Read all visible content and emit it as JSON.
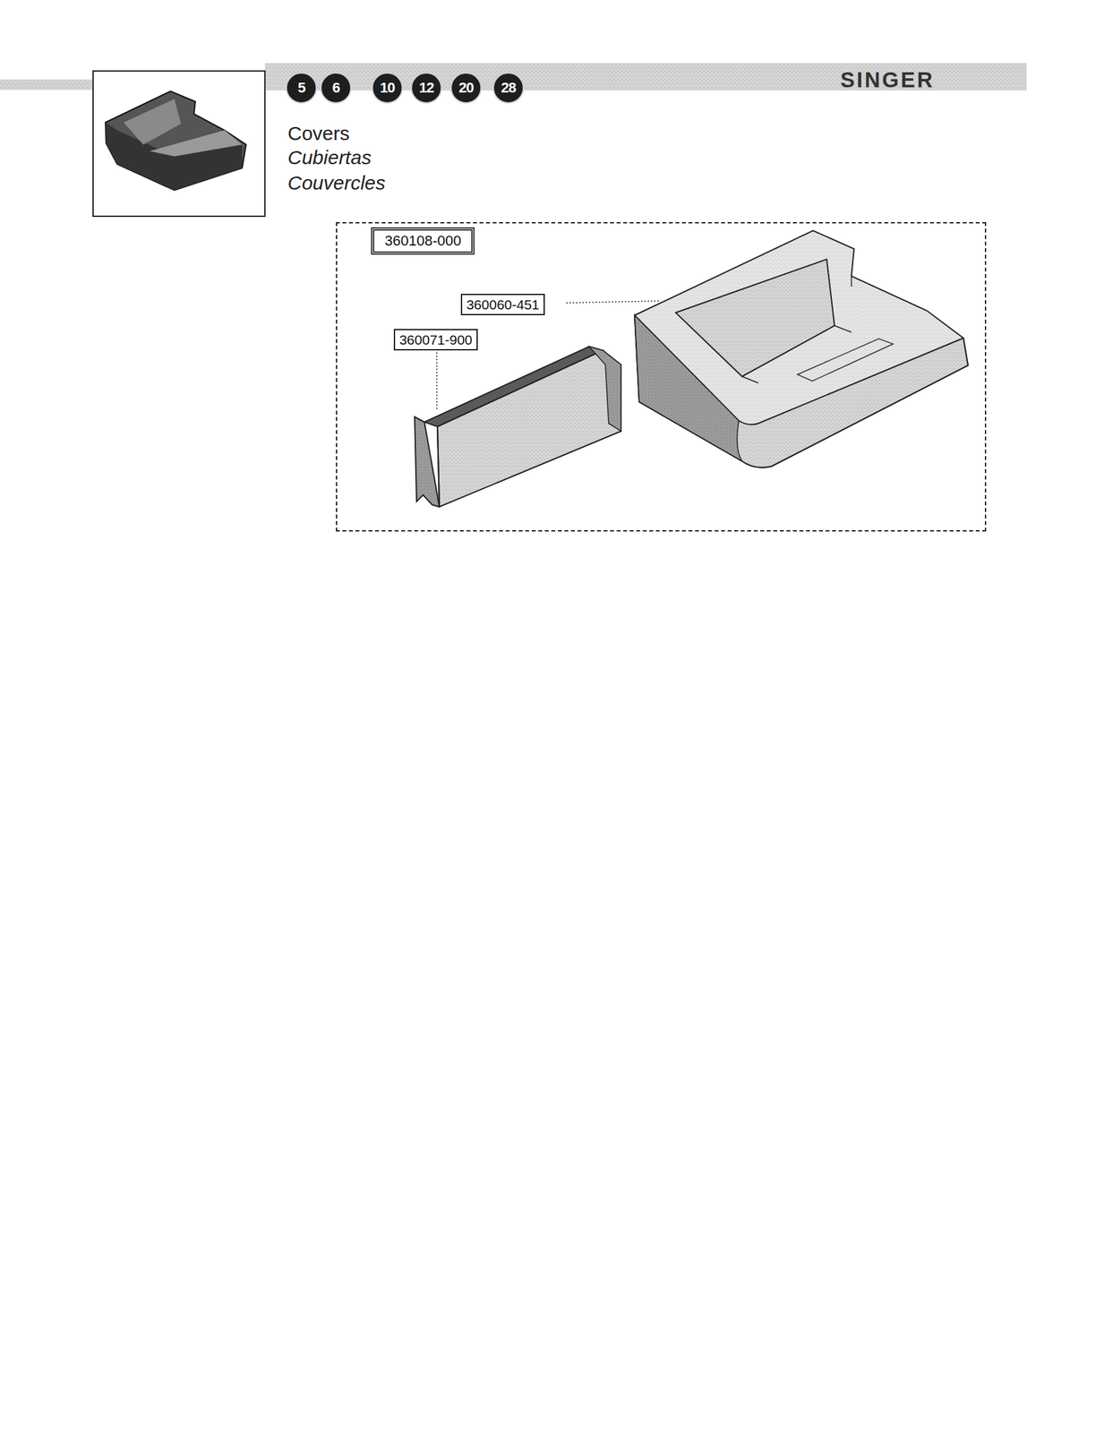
{
  "diagram": {
    "title": "Covers",
    "nodes": [
      {
        "text": [
          "5"
        ]
      },
      {
        "text": [
          "6"
        ]
      },
      {
        "text": [
          "10"
        ]
      },
      {
        "text": [
          "12"
        ]
      },
      {
        "text": [
          "20"
        ]
      },
      {
        "text": [
          "28"
        ]
      },
      {
        "text": [
          "360108-000"
        ]
      },
      {
        "text": [
          "360060-451"
        ],
        "in": 6
      },
      {
        "text": [
          "360071-900"
        ],
        "in": 6
      }
    ],
    "labels": [
      "SINGER",
      "Cubiertas",
      "Couvercles"
    ]
  }
}
